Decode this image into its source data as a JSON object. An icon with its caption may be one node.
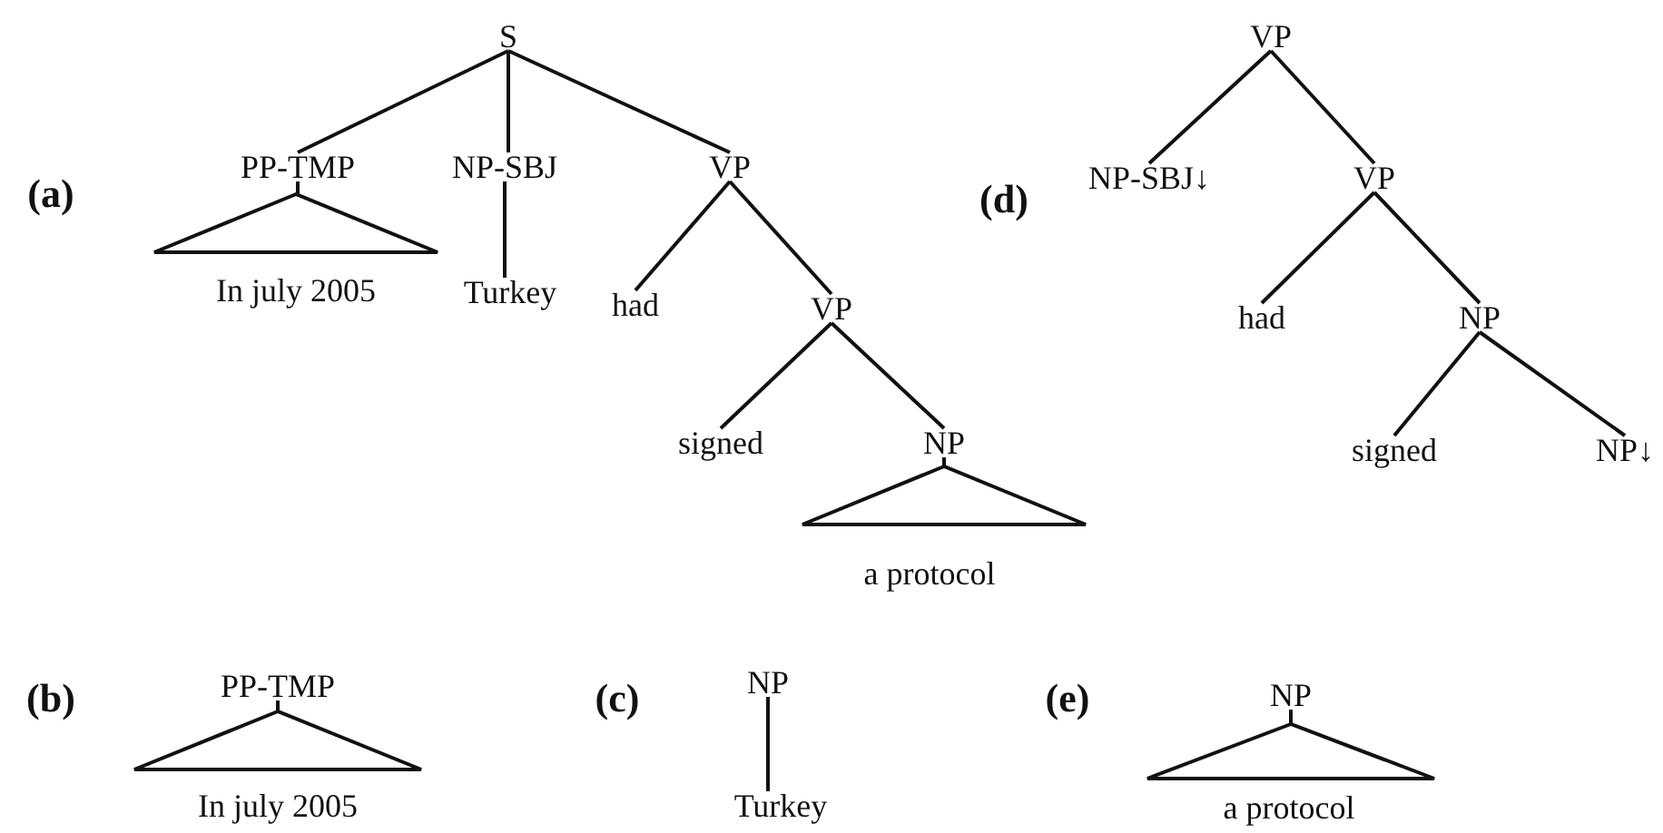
{
  "diagram": {
    "nodes": [
      {
        "text": [
          "S"
        ]
      },
      {
        "text": [
          "PP-TMP"
        ]
      },
      {
        "text": [
          "NP-SBJ"
        ]
      },
      {
        "text": [
          "VP"
        ]
      },
      {
        "text": [],
        "shape": "triangle"
      },
      {
        "text": [
          "In july 2005"
        ]
      },
      {
        "text": [
          "Turkey"
        ]
      },
      {
        "text": [
          "had"
        ]
      },
      {
        "text": [
          "VP"
        ]
      },
      {
        "text": [
          "signed"
        ]
      },
      {
        "text": [
          "NP"
        ]
      },
      {
        "text": [],
        "shape": "triangle"
      },
      {
        "text": [
          "a protocol"
        ]
      },
      {
        "text": [
          "VP"
        ]
      },
      {
        "text": [
          "NP-SBJ↓"
        ]
      },
      {
        "text": [
          "VP"
        ]
      },
      {
        "text": [
          "had"
        ]
      },
      {
        "text": [
          "NP"
        ]
      },
      {
        "text": [
          "signed"
        ]
      },
      {
        "text": [
          "NP↓"
        ]
      },
      {
        "text": [
          "PP-TMP"
        ]
      },
      {
        "text": [],
        "shape": "triangle"
      },
      {
        "text": [
          "In july 2005"
        ]
      },
      {
        "text": [
          "NP"
        ]
      },
      {
        "text": [
          "Turkey"
        ]
      },
      {
        "text": [
          "NP"
        ]
      },
      {
        "text": [],
        "shape": "triangle"
      },
      {
        "text": [
          "a protocol"
        ]
      }
    ],
    "edges": [
      {
        "from": 0,
        "to": 1,
        "arrow": "none"
      },
      {
        "from": 0,
        "to": 2,
        "arrow": "none"
      },
      {
        "from": 0,
        "to": 3,
        "arrow": "none"
      },
      {
        "from": 1,
        "to": 4,
        "arrow": "none"
      },
      {
        "from": 2,
        "to": 6,
        "arrow": "none"
      },
      {
        "from": 3,
        "to": 7,
        "arrow": "none"
      },
      {
        "from": 3,
        "to": 8,
        "arrow": "none"
      },
      {
        "from": 8,
        "to": 9,
        "arrow": "none"
      },
      {
        "from": 8,
        "to": 10,
        "arrow": "none"
      },
      {
        "from": 10,
        "to": 11,
        "arrow": "none"
      },
      {
        "from": 13,
        "to": 14,
        "arrow": "none"
      },
      {
        "from": 13,
        "to": 15,
        "arrow": "none"
      },
      {
        "from": 15,
        "to": 16,
        "arrow": "none"
      },
      {
        "from": 15,
        "to": 17,
        "arrow": "none"
      },
      {
        "from": 17,
        "to": 18,
        "arrow": "none"
      },
      {
        "from": 17,
        "to": 19,
        "arrow": "none"
      },
      {
        "from": 20,
        "to": 21,
        "arrow": "none"
      },
      {
        "from": 23,
        "to": 24,
        "arrow": "none"
      },
      {
        "from": 25,
        "to": 26,
        "arrow": "none"
      }
    ],
    "labels": [
      "(a)",
      "(d)",
      "(b)",
      "(c)",
      "(e)"
    ]
  }
}
